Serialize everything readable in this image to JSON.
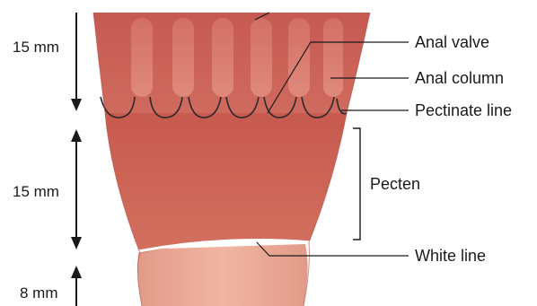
{
  "labels": {
    "anal_valve": "Anal valve",
    "anal_column": "Anal column",
    "pectinate_line": "Pectinate line",
    "pecten": "Pecten",
    "white_line": "White line"
  },
  "measurements": {
    "upper": "15 mm",
    "middle": "15 mm",
    "lower": "8 mm"
  },
  "colors": {
    "upper_zone": "#c9584f",
    "pecten_zone": "#c85a4f",
    "skin_zone": "#e9a692",
    "column": "#e08a7c",
    "outline": "#2a2a2a",
    "white_line": "#ffffff"
  }
}
